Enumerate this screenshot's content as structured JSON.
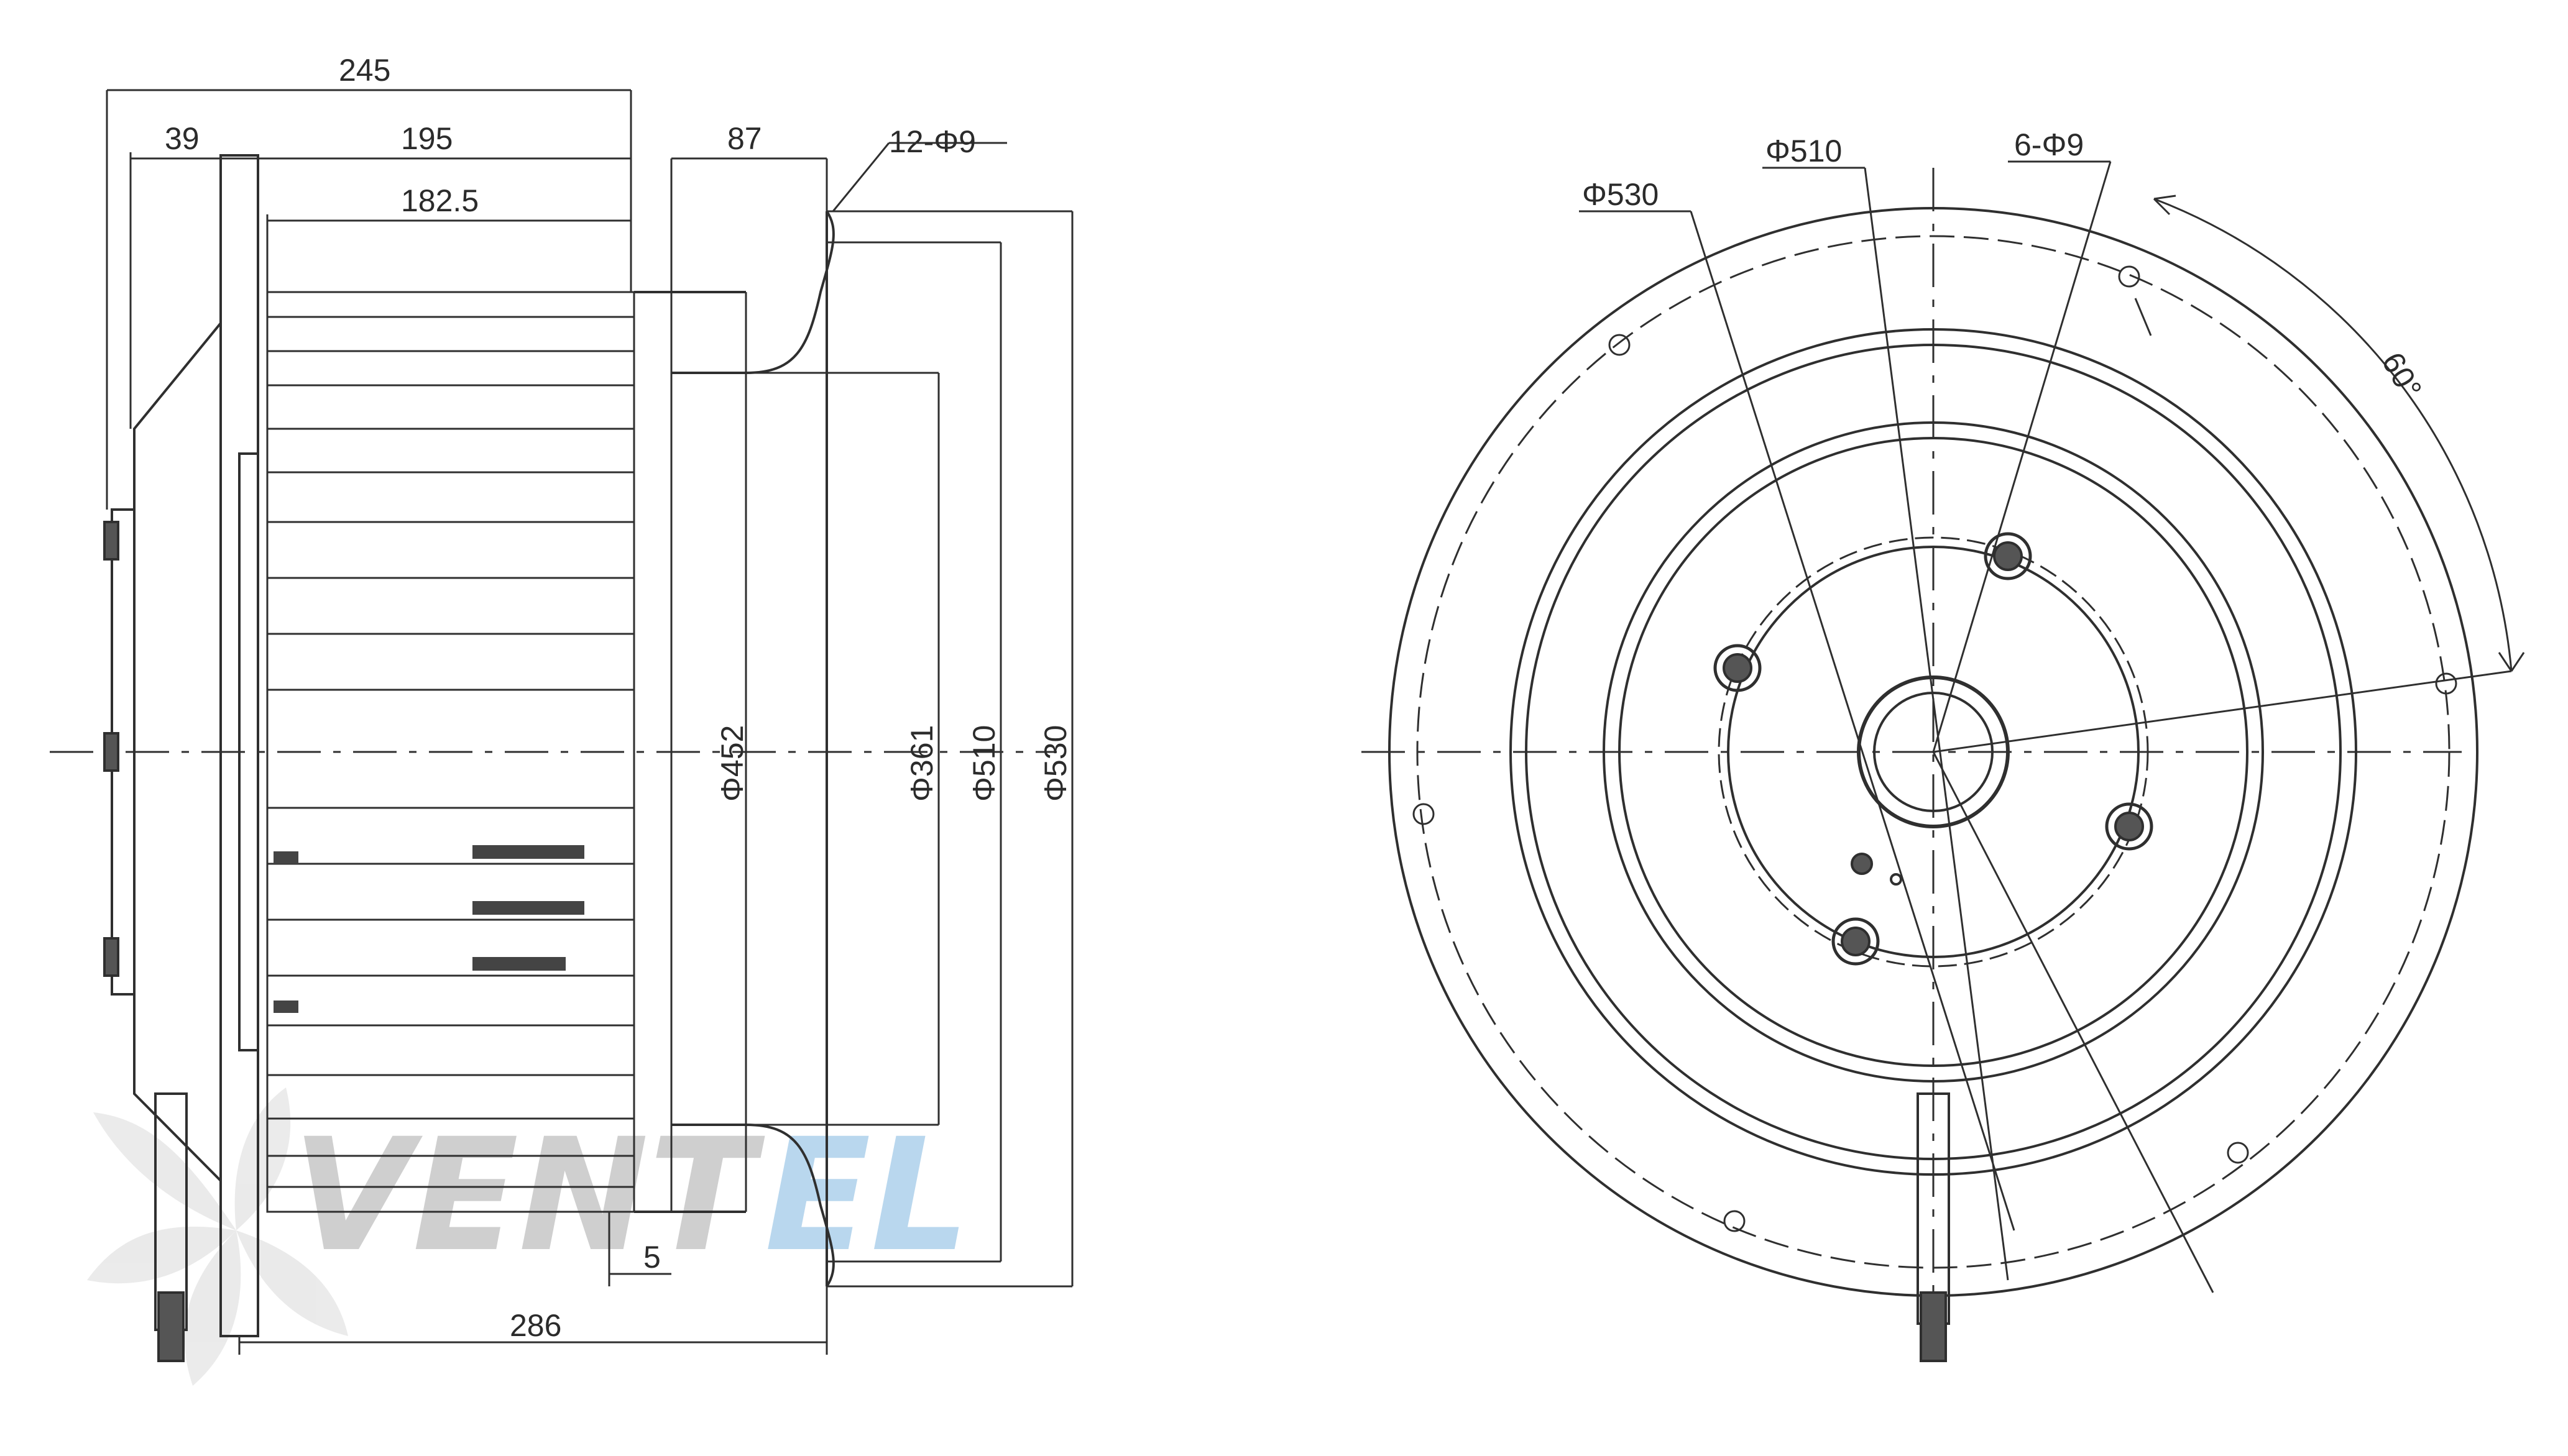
{
  "drawing": {
    "side_view": {
      "dim_total_length": "245",
      "dim_flange_offset": "39",
      "dim_body_length": "195",
      "dim_impeller_length": "182.5",
      "dim_inlet_depth": "87",
      "dim_inlet_holes": "12-Φ9",
      "dim_inner_dia": "Φ452",
      "dim_throat_dia": "Φ361",
      "dim_pitch_dia": "Φ510",
      "dim_flange_dia": "Φ530",
      "dim_gap": "5",
      "dim_overall": "286"
    },
    "front_view": {
      "dim_outer_dia": "Φ530",
      "dim_pitch_dia": "Φ510",
      "dim_holes": "6-Φ9",
      "dim_angle": "60°"
    },
    "watermark": {
      "text_part1": "VENT",
      "text_part2": "EL",
      "color_part1": "#cfcfcf",
      "color_part2": "#b9d7ee"
    },
    "colors": {
      "line": "#2f2f2f",
      "text": "#2b2b2b"
    }
  }
}
